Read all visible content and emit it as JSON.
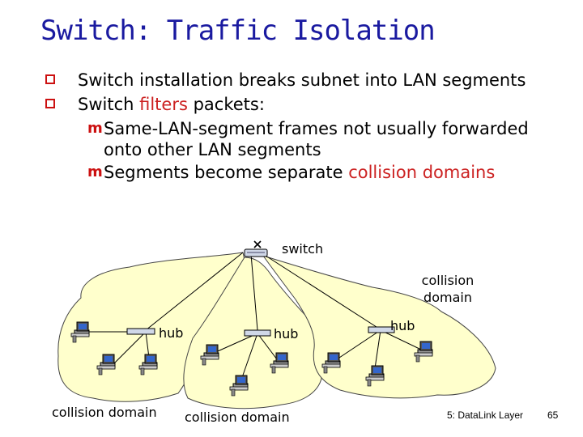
{
  "title": "Switch: Traffic Isolation",
  "bullets": [
    {
      "text": "Switch installation breaks subnet into LAN segments"
    },
    {
      "pre": "Switch ",
      "highlight": "filters",
      "post": " packets:",
      "sub": [
        {
          "text": "Same-LAN-segment frames not usually forwarded onto other LAN segments"
        },
        {
          "pre": "Segments become separate ",
          "highlight": "collision domains"
        }
      ]
    }
  ],
  "diagram": {
    "switch_label": "switch",
    "collision_domain_label_right": "collision domain",
    "collision_domain_label_left": "collision domain",
    "collision_domain_label_middle": "collision domain",
    "hub_left": "hub",
    "hub_middle": "hub",
    "hub_right": "hub"
  },
  "footer": {
    "chapter": "5: DataLink Layer",
    "page": "65"
  },
  "colors": {
    "title": "#1a1aa0",
    "bullet": "#cc1111",
    "highlight": "#cc2222",
    "cloud_fill": "#ffffcc"
  }
}
